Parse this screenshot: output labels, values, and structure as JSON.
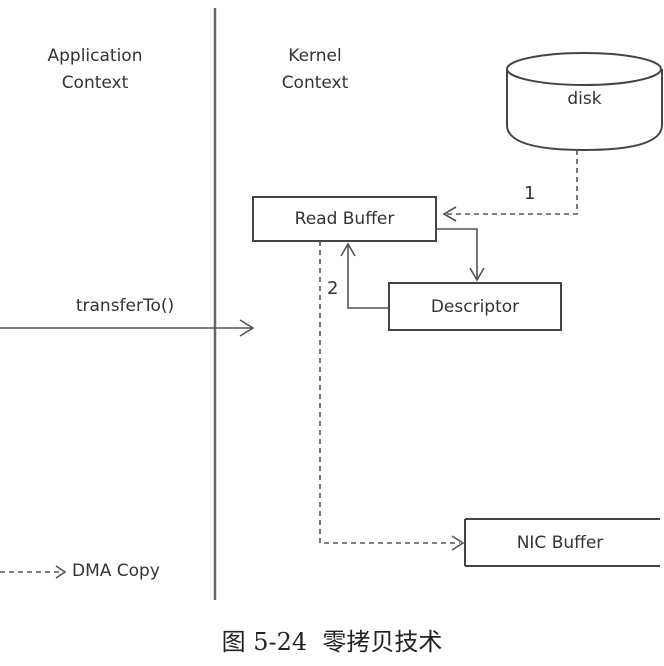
{
  "diagram": {
    "app_context": [
      "Application",
      "Context"
    ],
    "kernel_context": [
      "Kernel",
      "Context"
    ],
    "disk": "disk",
    "read_buffer": "Read Buffer",
    "descriptor": "Descriptor",
    "nic_buffer": "NIC Buffer",
    "transfer_call": "transferTo()",
    "step_1": "1",
    "step_2": "2",
    "legend_label": "DMA Copy",
    "colors": {
      "line": "#555555",
      "text": "#333333"
    }
  },
  "caption": "图 5-24  零拷贝技术"
}
